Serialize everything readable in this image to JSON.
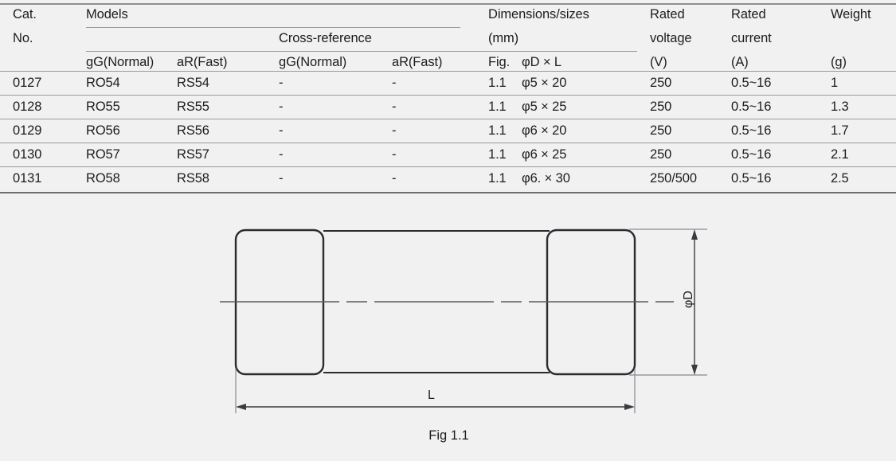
{
  "table": {
    "header": {
      "col_cat_no": [
        "Cat.",
        "No."
      ],
      "group_models": "Models",
      "group_cross_reference": "Cross-reference",
      "group_dimensions": [
        "Dimensions/sizes",
        "(mm)"
      ],
      "sub_models_gg": "gG(Normal)",
      "sub_models_ar": "aR(Fast)",
      "sub_cross_gg": "gG(Normal)",
      "sub_cross_ar": "aR(Fast)",
      "sub_fig": "Fig.",
      "sub_dxl": "φD × L",
      "col_rated_voltage": [
        "Rated",
        "voltage",
        "(V)"
      ],
      "col_rated_current": [
        "Rated",
        "current",
        "(A)"
      ],
      "col_weight": [
        "Weight",
        "",
        "(g)"
      ]
    },
    "rows": [
      {
        "cat_no": "0127",
        "models_gg": "RO54",
        "models_ar": "RS54",
        "cross_gg": "-",
        "cross_ar": "-",
        "fig": "1.1",
        "dxl": "φ5 × 20",
        "rated_voltage": "250",
        "rated_current": "0.5~16",
        "weight": "1"
      },
      {
        "cat_no": "0128",
        "models_gg": "RO55",
        "models_ar": "RS55",
        "cross_gg": "-",
        "cross_ar": "-",
        "fig": "1.1",
        "dxl": "φ5 × 25",
        "rated_voltage": "250",
        "rated_current": "0.5~16",
        "weight": "1.3"
      },
      {
        "cat_no": "0129",
        "models_gg": "RO56",
        "models_ar": "RS56",
        "cross_gg": "-",
        "cross_ar": "-",
        "fig": "1.1",
        "dxl": "φ6 × 20",
        "rated_voltage": "250",
        "rated_current": "0.5~16",
        "weight": "1.7"
      },
      {
        "cat_no": "0130",
        "models_gg": "RO57",
        "models_ar": "RS57",
        "cross_gg": "-",
        "cross_ar": "-",
        "fig": "1.1",
        "dxl": "φ6 × 25",
        "rated_voltage": "250",
        "rated_current": "0.5~16",
        "weight": "2.1"
      },
      {
        "cat_no": "0131",
        "models_gg": "RO58",
        "models_ar": "RS58",
        "cross_gg": "-",
        "cross_ar": "-",
        "fig": "1.1",
        "dxl": "φ6. × 30",
        "rated_voltage": "250/500",
        "rated_current": "0.5~16",
        "weight": "2.5"
      }
    ]
  },
  "figure": {
    "caption": "Fig 1.1",
    "dimension_length_label": "L",
    "dimension_diameter_label": "φD"
  },
  "colors": {
    "background": "#f1f1f2",
    "text": "#1d1d1f",
    "rule": "#9a9a9e",
    "rule_strong": "#6e6e73",
    "drawing_stroke": "#2b2b30",
    "drawing_thin": "#6b6b70"
  }
}
